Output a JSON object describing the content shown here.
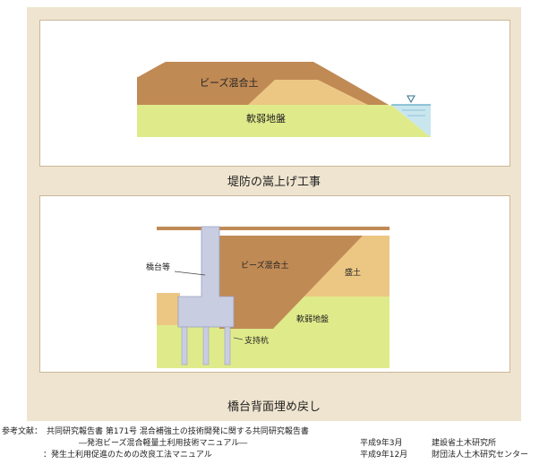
{
  "diagram1": {
    "caption": "堤防の嵩上げ工事",
    "label_beads": "ビーズ混合土",
    "label_soft": "軟弱地盤"
  },
  "diagram2": {
    "caption": "橋台背面埋め戻し",
    "label_abutment": "橋台等",
    "label_beads": "ビーズ混合土",
    "label_fill": "盛土",
    "label_soft": "軟弱地盤",
    "label_pile": "支持杭"
  },
  "references": {
    "prefix": "参考文献：",
    "ref1_title": "共同研究報告書 第171号 混合補強土の技術開発に関する共同研究報告書",
    "ref1_subtitle": "―発泡ビーズ混合軽量土利用技術マニュアル―",
    "ref1_date": "平成9年3月",
    "ref1_org": "建設省土木研究所",
    "ref2_title": "：発生土利用促進のための改良工法マニュアル",
    "ref2_date": "平成9年12月",
    "ref2_org": "財団法人土木研究センター"
  },
  "colors": {
    "panel_bg": "#efe4cf",
    "beads_soil": "#c08a55",
    "fill_soil": "#ecc784",
    "soft_ground": "#dfeb8a",
    "water": "#c9e6ef",
    "structure": "#c9cde2"
  }
}
